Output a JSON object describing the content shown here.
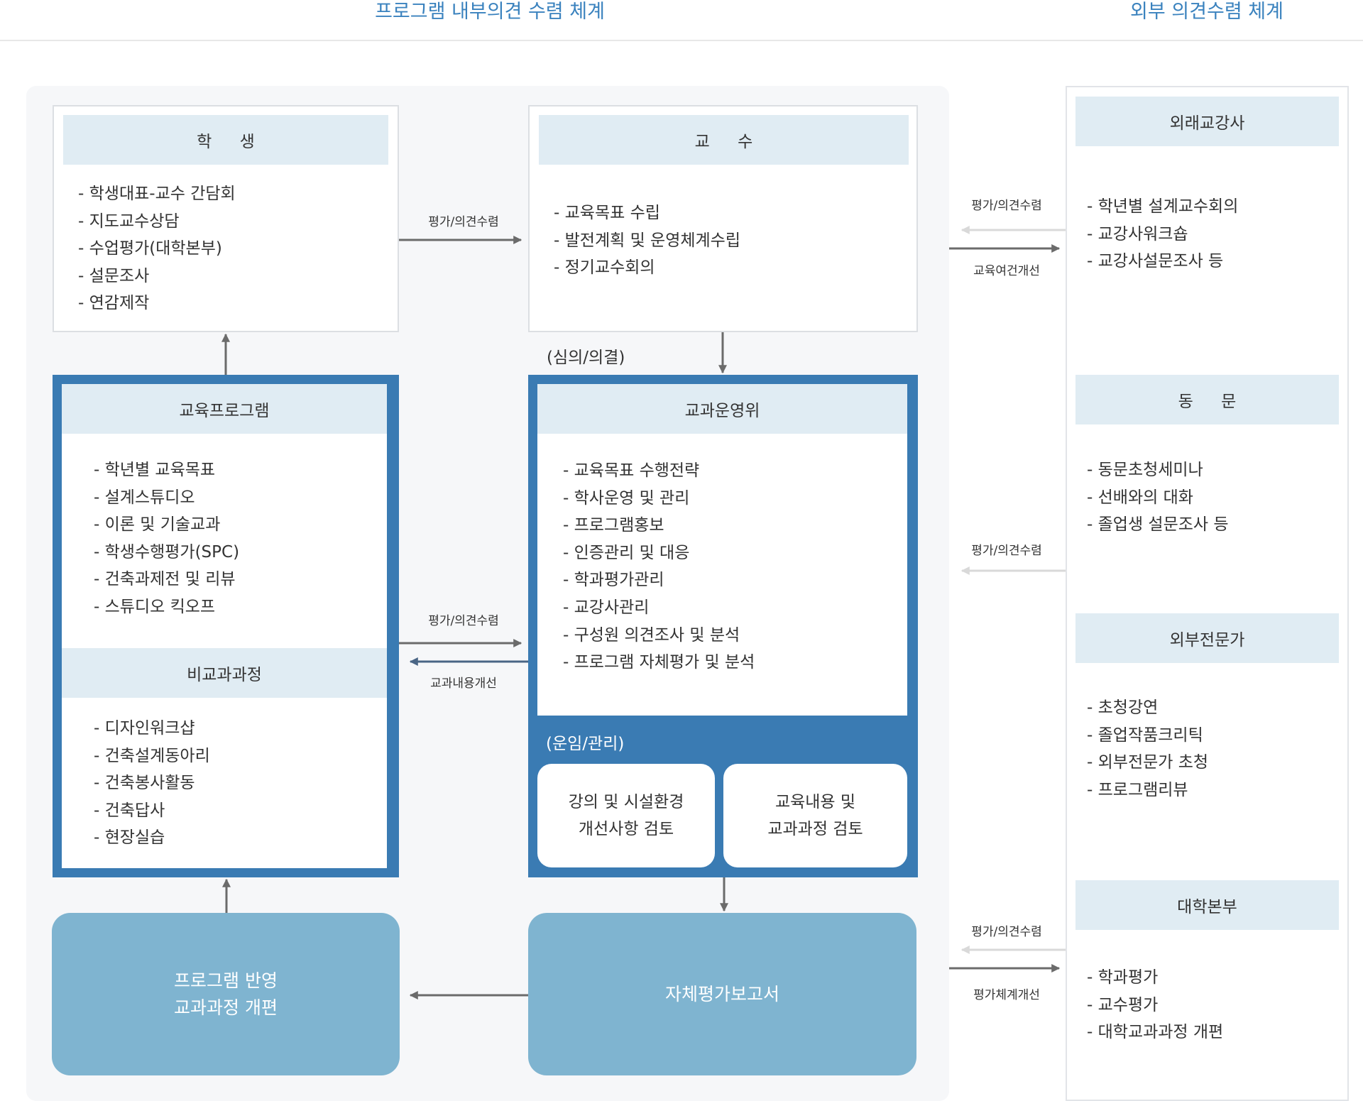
{
  "headers": {
    "internal": "프로그램 내부의견 수렴 체계",
    "external": "외부 의견수렴 체계"
  },
  "student": {
    "title": "학  생",
    "items": [
      "학생대표-교수 간담회",
      "지도교수상담",
      "수업평가(대학본부)",
      "설문조사",
      "연감제작"
    ]
  },
  "professor": {
    "title": "교  수",
    "items": [
      "교육목표 수립",
      "발전계획 및 운영체계수립",
      "정기교수회의"
    ]
  },
  "program": {
    "title": "교육프로그램",
    "items": [
      "학년별 교육목표",
      "설계스튜디오",
      "이론 및 기술교과",
      "학생수행평가(SPC)",
      "건축과제전 및 리뷰",
      "스튜디오 킥오프"
    ],
    "extra_title": "비교과과정",
    "extra_items": [
      "디자인워크샵",
      "건축설계동아리",
      "건축봉사활동",
      "건축답사",
      "현장실습"
    ]
  },
  "committee": {
    "title": "교과운영위",
    "items": [
      "교육목표 수행전략",
      "학사운영 및 관리",
      "프로그램홍보",
      "인증관리 및 대응",
      "학과평가관리",
      "교강사관리",
      "구성원 의견조사 및 분석",
      "프로그램 자체평가 및 분석"
    ],
    "deliberation_label": "(심의/의결)",
    "operation_label": "(운임/관리)",
    "review_left": [
      "강의 및 시설환경",
      "개선사항 검토"
    ],
    "review_right": [
      "교육내용 및",
      "교과과정 검토"
    ]
  },
  "reflect": {
    "lines": [
      "프로그램 반영",
      "교과과정 개편"
    ]
  },
  "report": {
    "label": "자체평가보고서"
  },
  "arrow_labels": {
    "student_to_prof": "평가/의견수렴",
    "program_to_committee": "평가/의견수렴",
    "committee_to_program": "교과내용개선",
    "lecturer_in": "평가/의견수렴",
    "lecturer_out": "교육여건개선",
    "alumni_in": "평가/의견수렴",
    "univ_in": "평가/의견수렴",
    "univ_out": "평가체계개선"
  },
  "external": {
    "lecturers": {
      "title": "외래교강사",
      "items": [
        "학년별 설계교수회의",
        "교강사워크숍",
        "교강사설문조사 등"
      ]
    },
    "alumni": {
      "title": "동  문",
      "items": [
        "동문초청세미나",
        "선배와의 대화",
        "졸업생 설문조사 등"
      ]
    },
    "experts": {
      "title": "외부전문가",
      "items": [
        "초청강연",
        "졸업작품크리틱",
        "외부전문가 초청",
        "프로그램리뷰"
      ]
    },
    "university": {
      "title": "대학본부",
      "items": [
        "학과평가",
        "교수평가",
        "대학교과과정 개편"
      ]
    }
  },
  "colors": {
    "accent_blue": "#3a7bb3",
    "header_text": "#3a82be",
    "light_blue_bar": "#e0ecf3",
    "result_box": "#7fb4d0",
    "arrow": "#6b6b6b",
    "arrow_light": "#d9d9d9"
  }
}
